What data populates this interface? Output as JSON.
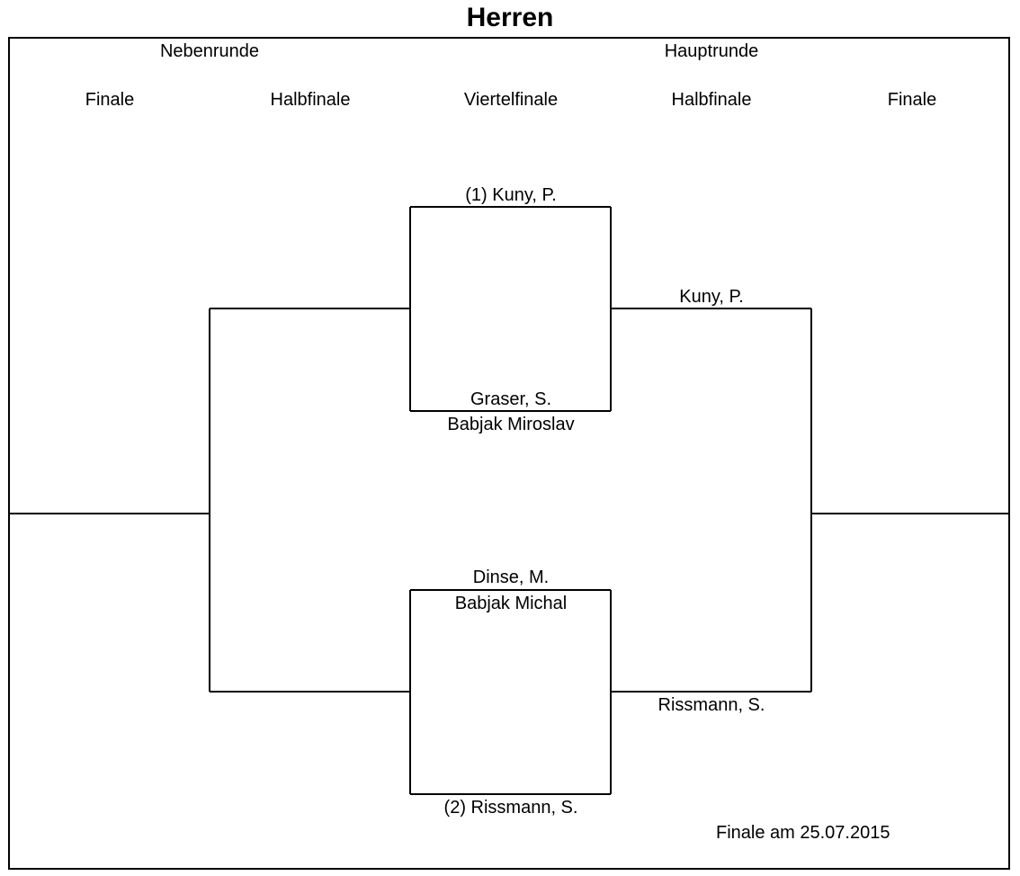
{
  "title": "Herren",
  "sections": {
    "nebenrunde": "Nebenrunde",
    "hauptrunde": "Hauptrunde"
  },
  "rounds": {
    "neben_finale": "Finale",
    "neben_halbfinale": "Halbfinale",
    "viertelfinale": "Viertelfinale",
    "haupt_halbfinale": "Halbfinale",
    "haupt_finale": "Finale"
  },
  "main_draw": {
    "qf1_top": "(1) Kuny, P.",
    "qf1_bottom": "Graser, S.",
    "qf2_top": "Dinse, M.",
    "qf2_bottom": "(2) Rissmann, S.",
    "sf_top_winner": "Kuny, P.",
    "sf_bottom_winner": "Rissmann, S."
  },
  "consolation": {
    "player_1": "Babjak Miroslav",
    "player_2": "Babjak Michal"
  },
  "footer": {
    "final_date": "Finale am 25.07.2015"
  }
}
